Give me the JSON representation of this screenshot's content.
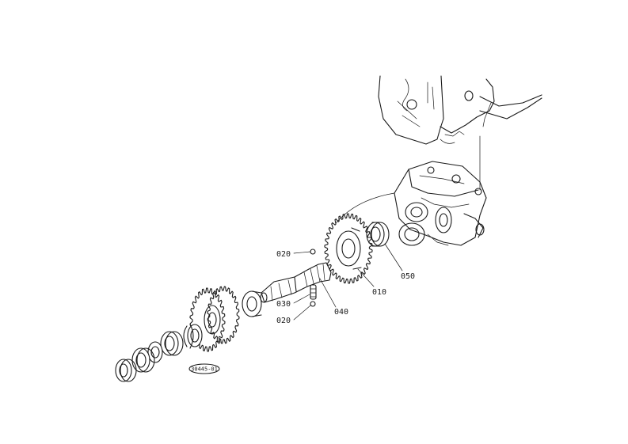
{
  "callouts": [
    {
      "id": "p020a",
      "text": "020"
    },
    {
      "id": "p020b",
      "text": "020"
    },
    {
      "id": "p030",
      "text": "030"
    },
    {
      "id": "p040",
      "text": "040"
    },
    {
      "id": "p010",
      "text": "010"
    },
    {
      "id": "p050",
      "text": "050"
    }
  ],
  "drawing_ref": "30445-01"
}
